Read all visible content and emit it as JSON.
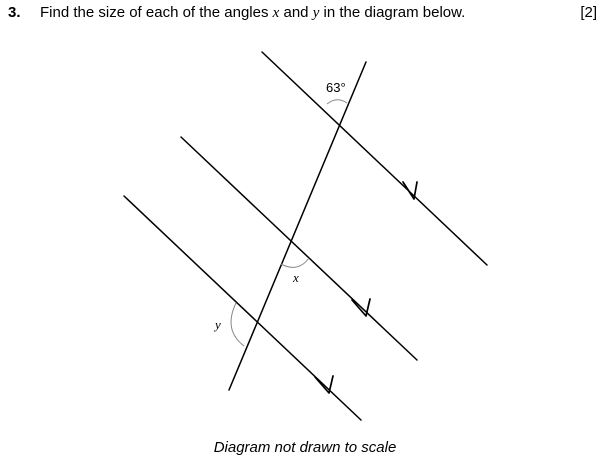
{
  "question": {
    "number": "3.",
    "text_before_x": "Find the size of each of the angles ",
    "var_x": "x",
    "text_and": " and ",
    "var_y": "y",
    "text_after": " in the diagram below.",
    "marks": "[2]"
  },
  "diagram": {
    "angle_top_label": "63°",
    "angle_x_label": "x",
    "angle_y_label": "y",
    "line_color": "#000000",
    "arc_color": "#808080"
  },
  "caption": "Diagram not drawn to scale"
}
